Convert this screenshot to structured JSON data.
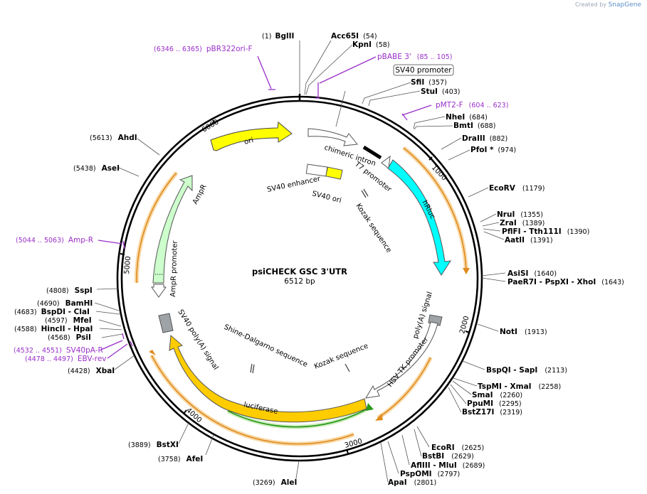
{
  "watermark": {
    "prefix": "Created by",
    "brand": "SnapGene"
  },
  "plasmid": {
    "name": "psiCHECK GSC 3'UTR",
    "length_label": "6512 bp"
  },
  "ruler_ticks": [
    "1000",
    "2000",
    "3000",
    "4000",
    "5000",
    "6000"
  ],
  "sites": [
    {
      "id": "bglii",
      "num": "(1)",
      "name": "BglII"
    },
    {
      "id": "acc65i",
      "name": "Acc65I",
      "num": "(54)"
    },
    {
      "id": "kpni",
      "name": "KpnI",
      "num": "(58)"
    },
    {
      "id": "sfii",
      "name": "SfiI",
      "num": "(357)"
    },
    {
      "id": "stui",
      "name": "StuI",
      "num": "(403)"
    },
    {
      "id": "nhei",
      "name": "NheI",
      "num": "(684)"
    },
    {
      "id": "bmti",
      "name": "BmtI",
      "num": "(688)"
    },
    {
      "id": "draiii",
      "name": "DraIII",
      "num": "(882)"
    },
    {
      "id": "pfoi",
      "name": "PfoI *",
      "num": "(974)"
    },
    {
      "id": "ecorv",
      "name": "EcoRV",
      "num": "(1179)"
    },
    {
      "id": "nrui",
      "name": "NruI",
      "num": "(1355)"
    },
    {
      "id": "zrai",
      "name": "ZraI",
      "num": "(1389)"
    },
    {
      "id": "pflfi",
      "name": "PflFI - Tth111I",
      "num": "(1390)"
    },
    {
      "id": "aatii",
      "name": "AatII",
      "num": "(1391)"
    },
    {
      "id": "asisi",
      "name": "AsiSI",
      "num": "(1640)"
    },
    {
      "id": "paer7i",
      "name": "PaeR7I - PspXI - XhoI",
      "num": "(1643)"
    },
    {
      "id": "noti",
      "name": "NotI",
      "num": "(1913)"
    },
    {
      "id": "bspqi",
      "name": "BspQI - SapI",
      "num": "(2113)"
    },
    {
      "id": "tspmi",
      "name": "TspMI - XmaI",
      "num": "(2258)"
    },
    {
      "id": "smai",
      "name": "SmaI",
      "num": "(2260)"
    },
    {
      "id": "ppumi",
      "name": "PpuMI",
      "num": "(2295)"
    },
    {
      "id": "bstz17i",
      "name": "BstZ17I",
      "num": "(2319)"
    },
    {
      "id": "ecori",
      "name": "EcoRI",
      "num": "(2625)"
    },
    {
      "id": "bstbi",
      "name": "BstBI",
      "num": "(2629)"
    },
    {
      "id": "afliii",
      "name": "AflIII - MluI",
      "num": "(2689)"
    },
    {
      "id": "pspomi",
      "name": "PspOMI",
      "num": "(2797)"
    },
    {
      "id": "apai",
      "name": "ApaI",
      "num": "(2801)"
    },
    {
      "id": "alei",
      "num": "(3269)",
      "name": "AleI"
    },
    {
      "id": "afei",
      "num": "(3758)",
      "name": "AfeI"
    },
    {
      "id": "bstxi",
      "num": "(3889)",
      "name": "BstXI"
    },
    {
      "id": "xbai",
      "num": "(4428)",
      "name": "XbaI"
    },
    {
      "id": "psii",
      "num": "(4568)",
      "name": "PsiI"
    },
    {
      "id": "hincii",
      "num": "(4588)",
      "name": "HincII - HpaI"
    },
    {
      "id": "mfei",
      "num": "(4597)",
      "name": "MfeI"
    },
    {
      "id": "bspdi",
      "num": "(4683)",
      "name": "BspDI - ClaI"
    },
    {
      "id": "bamhi",
      "num": "(4690)",
      "name": "BamHI"
    },
    {
      "id": "sspi",
      "num": "(4808)",
      "name": "SspI"
    },
    {
      "id": "asei",
      "num": "(5438)",
      "name": "AseI"
    },
    {
      "id": "ahdi",
      "num": "(5613)",
      "name": "AhdI"
    }
  ],
  "primers": [
    {
      "id": "pbr322ori",
      "range": "(6346 .. 6365)",
      "name": "pBR322ori-F"
    },
    {
      "id": "pbabe3",
      "name": "pBABE 3'",
      "range": "(85 .. 105)"
    },
    {
      "id": "pmt2f",
      "name": "pMT2-F",
      "range": "(604 .. 623)"
    },
    {
      "id": "ampr",
      "range": "(5044 .. 5063)",
      "name": "Amp-R"
    },
    {
      "id": "sv40pa",
      "range": "(4532 .. 4551)",
      "name": "SV40pA-R"
    },
    {
      "id": "ebvrev",
      "range": "(4478 .. 4497)",
      "name": "EBV-rev"
    }
  ],
  "boxed_feature": {
    "name": "SV40 promoter"
  },
  "features": {
    "ori": "ori",
    "ampr": "AmpR",
    "ampr_promoter": "AmpR promoter",
    "chimeric_intron": "chimeric intron",
    "t7_promoter": "T7 promoter",
    "sv40_enhancer": "SV40 enhancer",
    "sv40_ori": "SV40 ori",
    "kozak1": "Kozak sequence",
    "hrluc": "hRluc",
    "polya_signal": "poly(A) signal",
    "hsv_tk_promoter": "HSV TK promoter",
    "kozak2": "Kozak sequence",
    "shine_dalgarno": "Shine-Dalgarno sequence",
    "sv40_polya": "SV40 poly(A) signal",
    "luciferase": "luciferase"
  },
  "colors": {
    "ori": "#ffff00",
    "ampr": "#ccffcc",
    "hrluc": "#00ffff",
    "luciferase": "#ffcc00",
    "orf_highlight": "#f2b25c",
    "green_orf": "#2a9a1a",
    "primer": "#9a2fc9",
    "grey_feature": "#9ea3a8"
  }
}
